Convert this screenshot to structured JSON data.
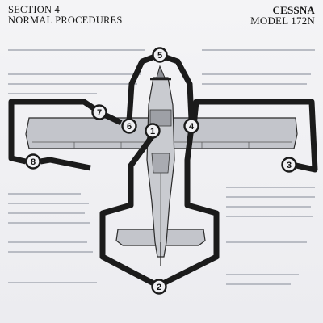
{
  "header": {
    "section": "SECTION 4",
    "subtitle": "NORMAL PROCEDURES",
    "brand": "CESSNA",
    "model": "MODEL 172N"
  },
  "diagram": {
    "callouts": [
      {
        "id": "callout-1",
        "label": "1"
      },
      {
        "id": "callout-2",
        "label": "2"
      },
      {
        "id": "callout-3",
        "label": "3"
      },
      {
        "id": "callout-4",
        "label": "4"
      },
      {
        "id": "callout-5",
        "label": "5"
      },
      {
        "id": "callout-6",
        "label": "6"
      },
      {
        "id": "callout-7",
        "label": "7"
      },
      {
        "id": "callout-8",
        "label": "8"
      }
    ],
    "colors": {
      "path": "#1b1b1b",
      "aircraft_fill": "#bfc1c7",
      "aircraft_stroke": "#2a2a2a",
      "paper": "#f0f0f3"
    }
  }
}
